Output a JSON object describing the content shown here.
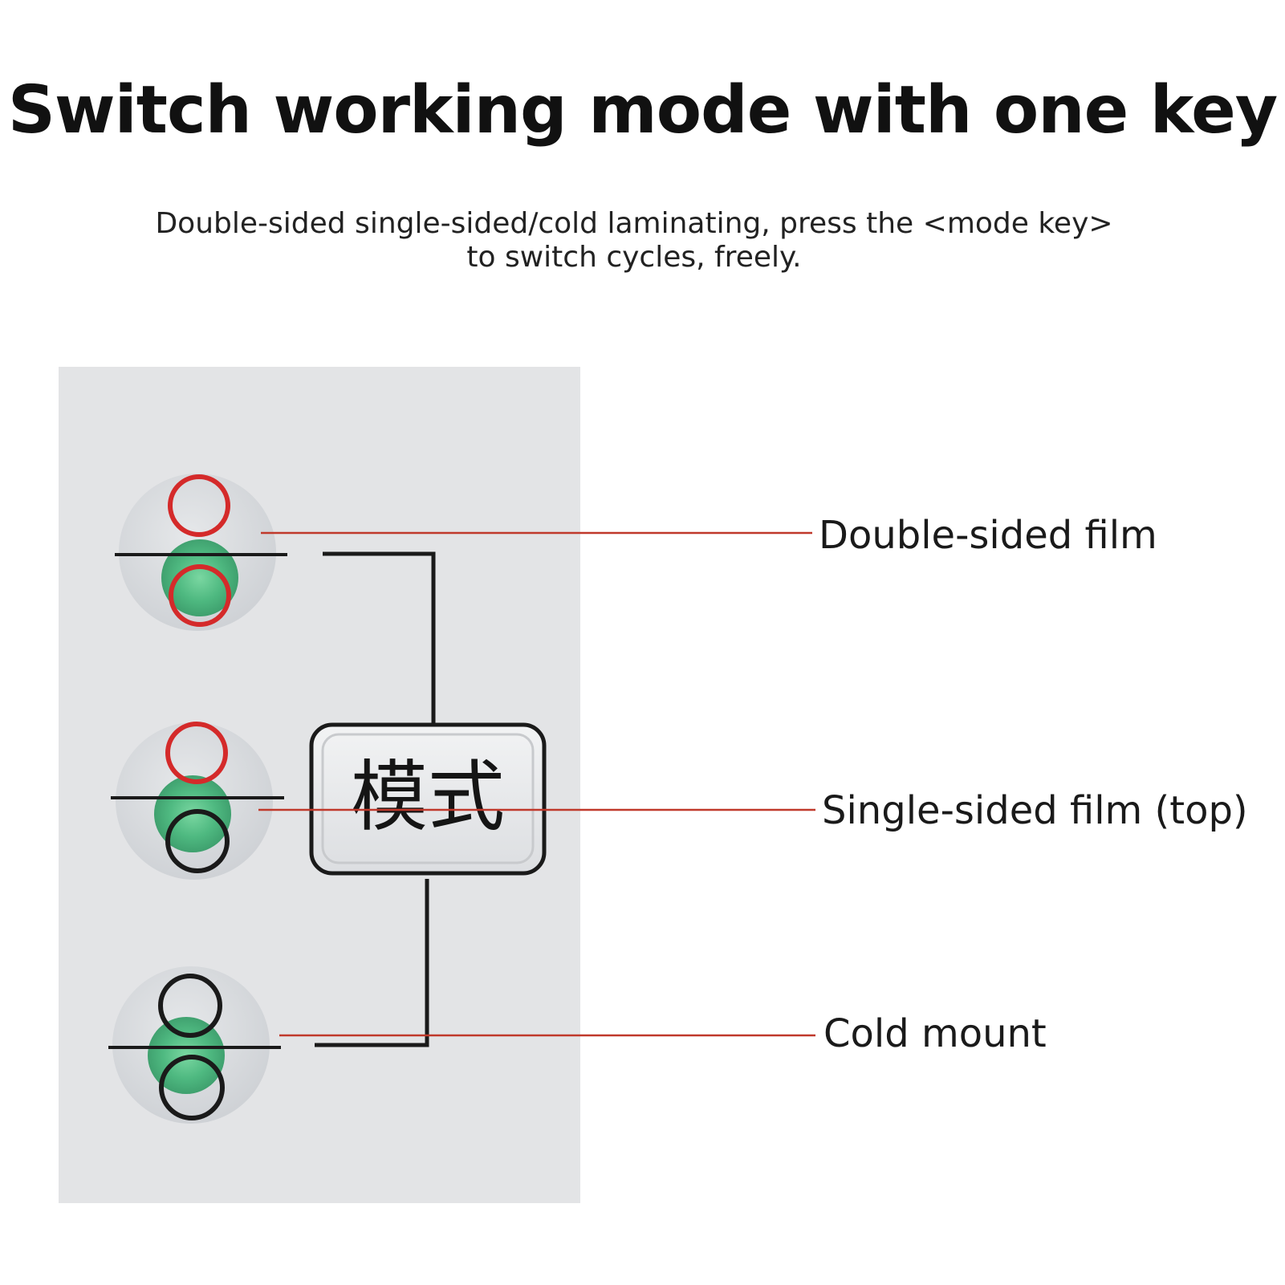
{
  "title": "Switch working mode with one key",
  "subtitle": {
    "line1": "Double-sided single-sided/cold laminating, press the <mode key>",
    "line2": "to switch cycles, freely."
  },
  "mode_key": {
    "label": "模式"
  },
  "modes": [
    {
      "label": "Double-sided film",
      "top_ring": "red",
      "bottom_ring": "red"
    },
    {
      "label": "Single-sided film (top)",
      "top_ring": "red",
      "bottom_ring": "black"
    },
    {
      "label": "Cold mount",
      "top_ring": "black",
      "bottom_ring": "black"
    }
  ],
  "colors": {
    "panel": "#e3e4e6",
    "led_green": "#3fb576",
    "ring_red": "#d42a2a",
    "ring_black": "#1a1a1a",
    "leader_red": "#c0392b"
  }
}
